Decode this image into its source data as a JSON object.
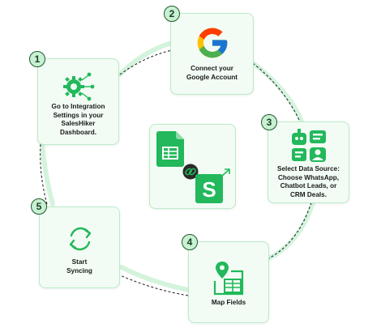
{
  "steps": [
    {
      "number": "1",
      "label": "Go to Integration\nSettings in your\nSalesHiker\nDashboard.",
      "icon": "gear-network-icon"
    },
    {
      "number": "2",
      "label": "Connect your\nGoogle Account",
      "icon": "google-logo-icon"
    },
    {
      "number": "3",
      "label": "Select Data Source:\nChoose WhatsApp,\nChatbot Leads, or\nCRM Deals.",
      "icon": "data-sources-icon"
    },
    {
      "number": "4",
      "label": "Map Fields",
      "icon": "map-fields-icon"
    },
    {
      "number": "5",
      "label": "Start\nSyncing",
      "icon": "sync-icon"
    }
  ],
  "center": {
    "icons": [
      "google-sheets-icon",
      "link-icon",
      "saleshiker-logo-icon"
    ]
  },
  "colors": {
    "card_bg": "#f2fcf4",
    "card_border": "#b9ebc6",
    "accent_green": "#22b85b",
    "badge_bg": "#c8f0d2",
    "ring": "#d4f3dd",
    "dashed": "#1a1a1a"
  }
}
